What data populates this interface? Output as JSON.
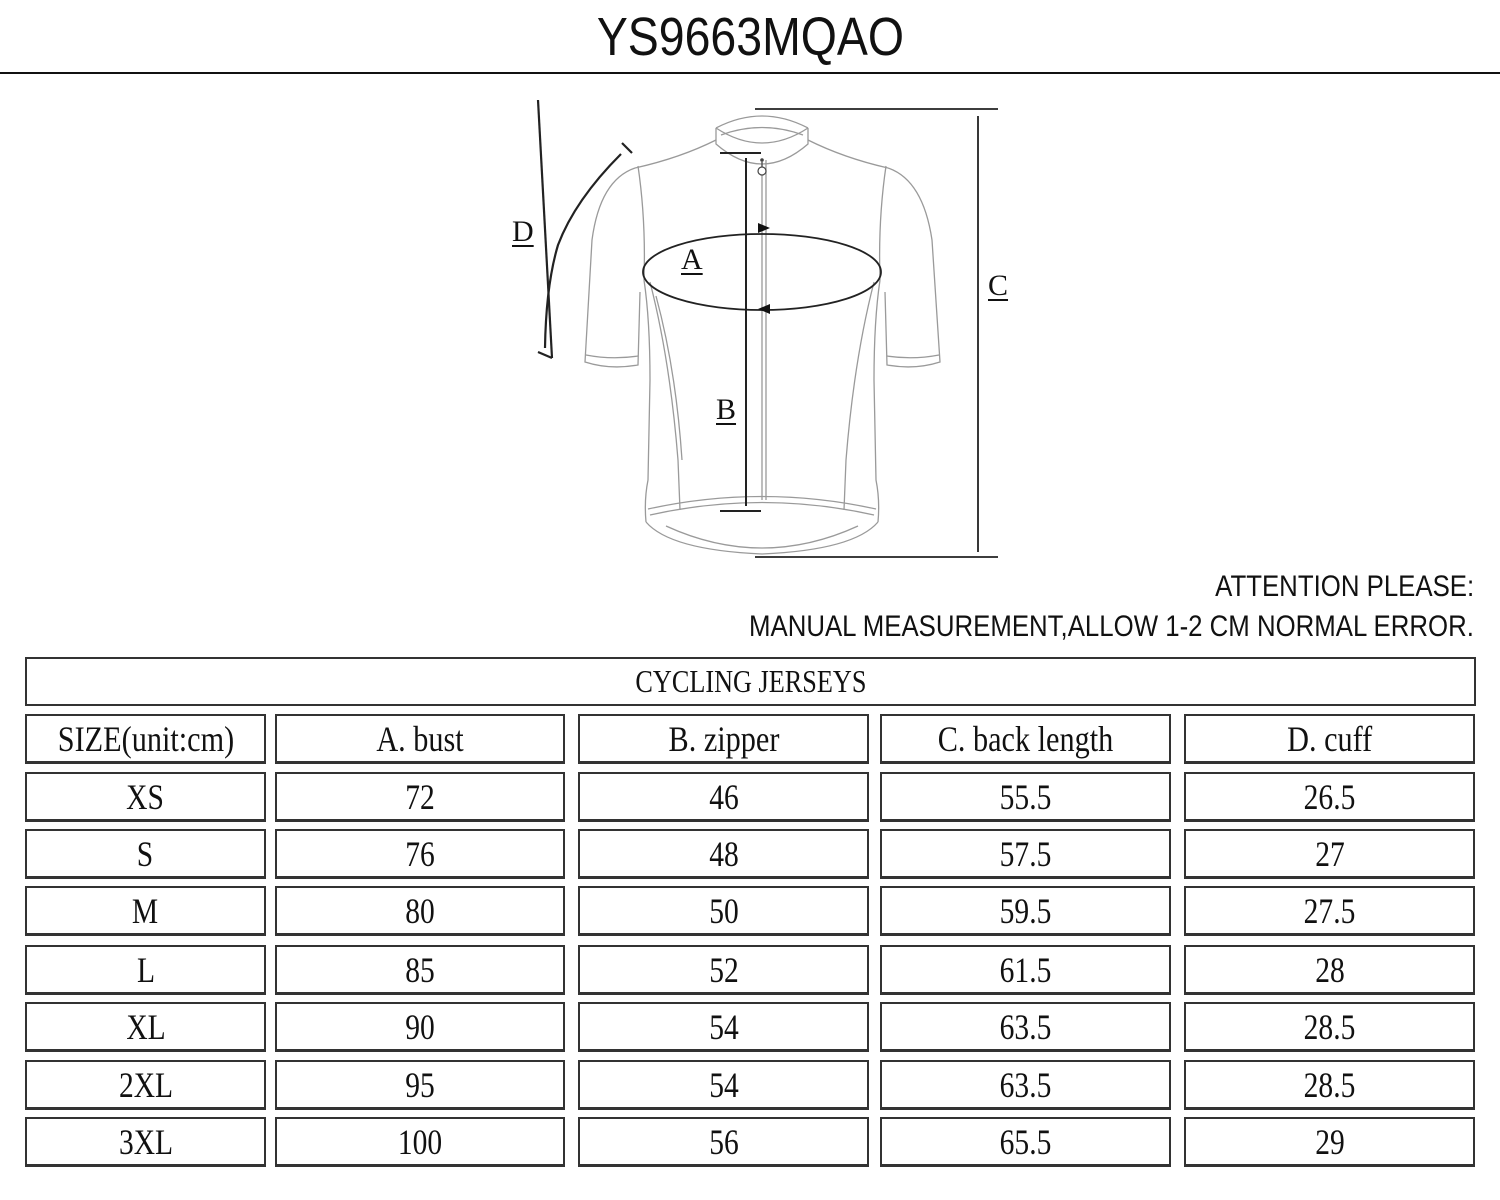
{
  "header": {
    "title": "YS9663MQAO"
  },
  "diagram": {
    "image": "cycling-jersey-line-drawing",
    "labels": {
      "A": "A",
      "B": "B",
      "C": "C",
      "D": "D"
    }
  },
  "notice": {
    "line1": "ATTENTION PLEASE:",
    "line2": "MANUAL MEASUREMENT,ALLOW  1-2 CM NORMAL ERROR."
  },
  "size_table": {
    "title": "CYCLING JERSEYS",
    "columns": [
      "SIZE(unit:cm)",
      "A. bust",
      "B. zipper",
      "C. back length",
      "D. cuff"
    ],
    "rows": [
      [
        "XS",
        "72",
        "46",
        "55.5",
        "26.5"
      ],
      [
        "S",
        "76",
        "48",
        "57.5",
        "27"
      ],
      [
        "M",
        "80",
        "50",
        "59.5",
        "27.5"
      ],
      [
        "L",
        "85",
        "52",
        "61.5",
        "28"
      ],
      [
        "XL",
        "90",
        "54",
        "63.5",
        "28.5"
      ],
      [
        "2XL",
        "95",
        "54",
        "63.5",
        "28.5"
      ],
      [
        "3XL",
        "100",
        "56",
        "65.5",
        "29"
      ]
    ]
  }
}
